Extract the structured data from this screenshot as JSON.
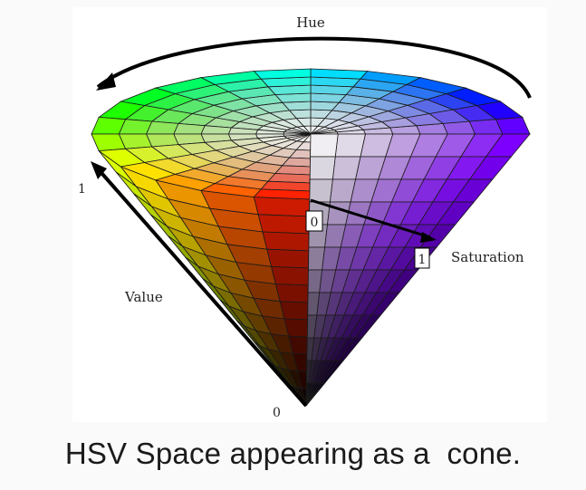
{
  "diagram": {
    "hue_label": "Hue",
    "value_label": "Value",
    "saturation_label": "Saturation",
    "value_top_tick": "1",
    "value_bottom_tick": "0",
    "saturation_start_tick": "0",
    "saturation_end_tick": "1",
    "colors": {
      "background": "#ffffff",
      "grid_lines": "#1a1a1a",
      "arrows": "#000000"
    }
  },
  "caption": "HSV Space appearing as a  cone."
}
